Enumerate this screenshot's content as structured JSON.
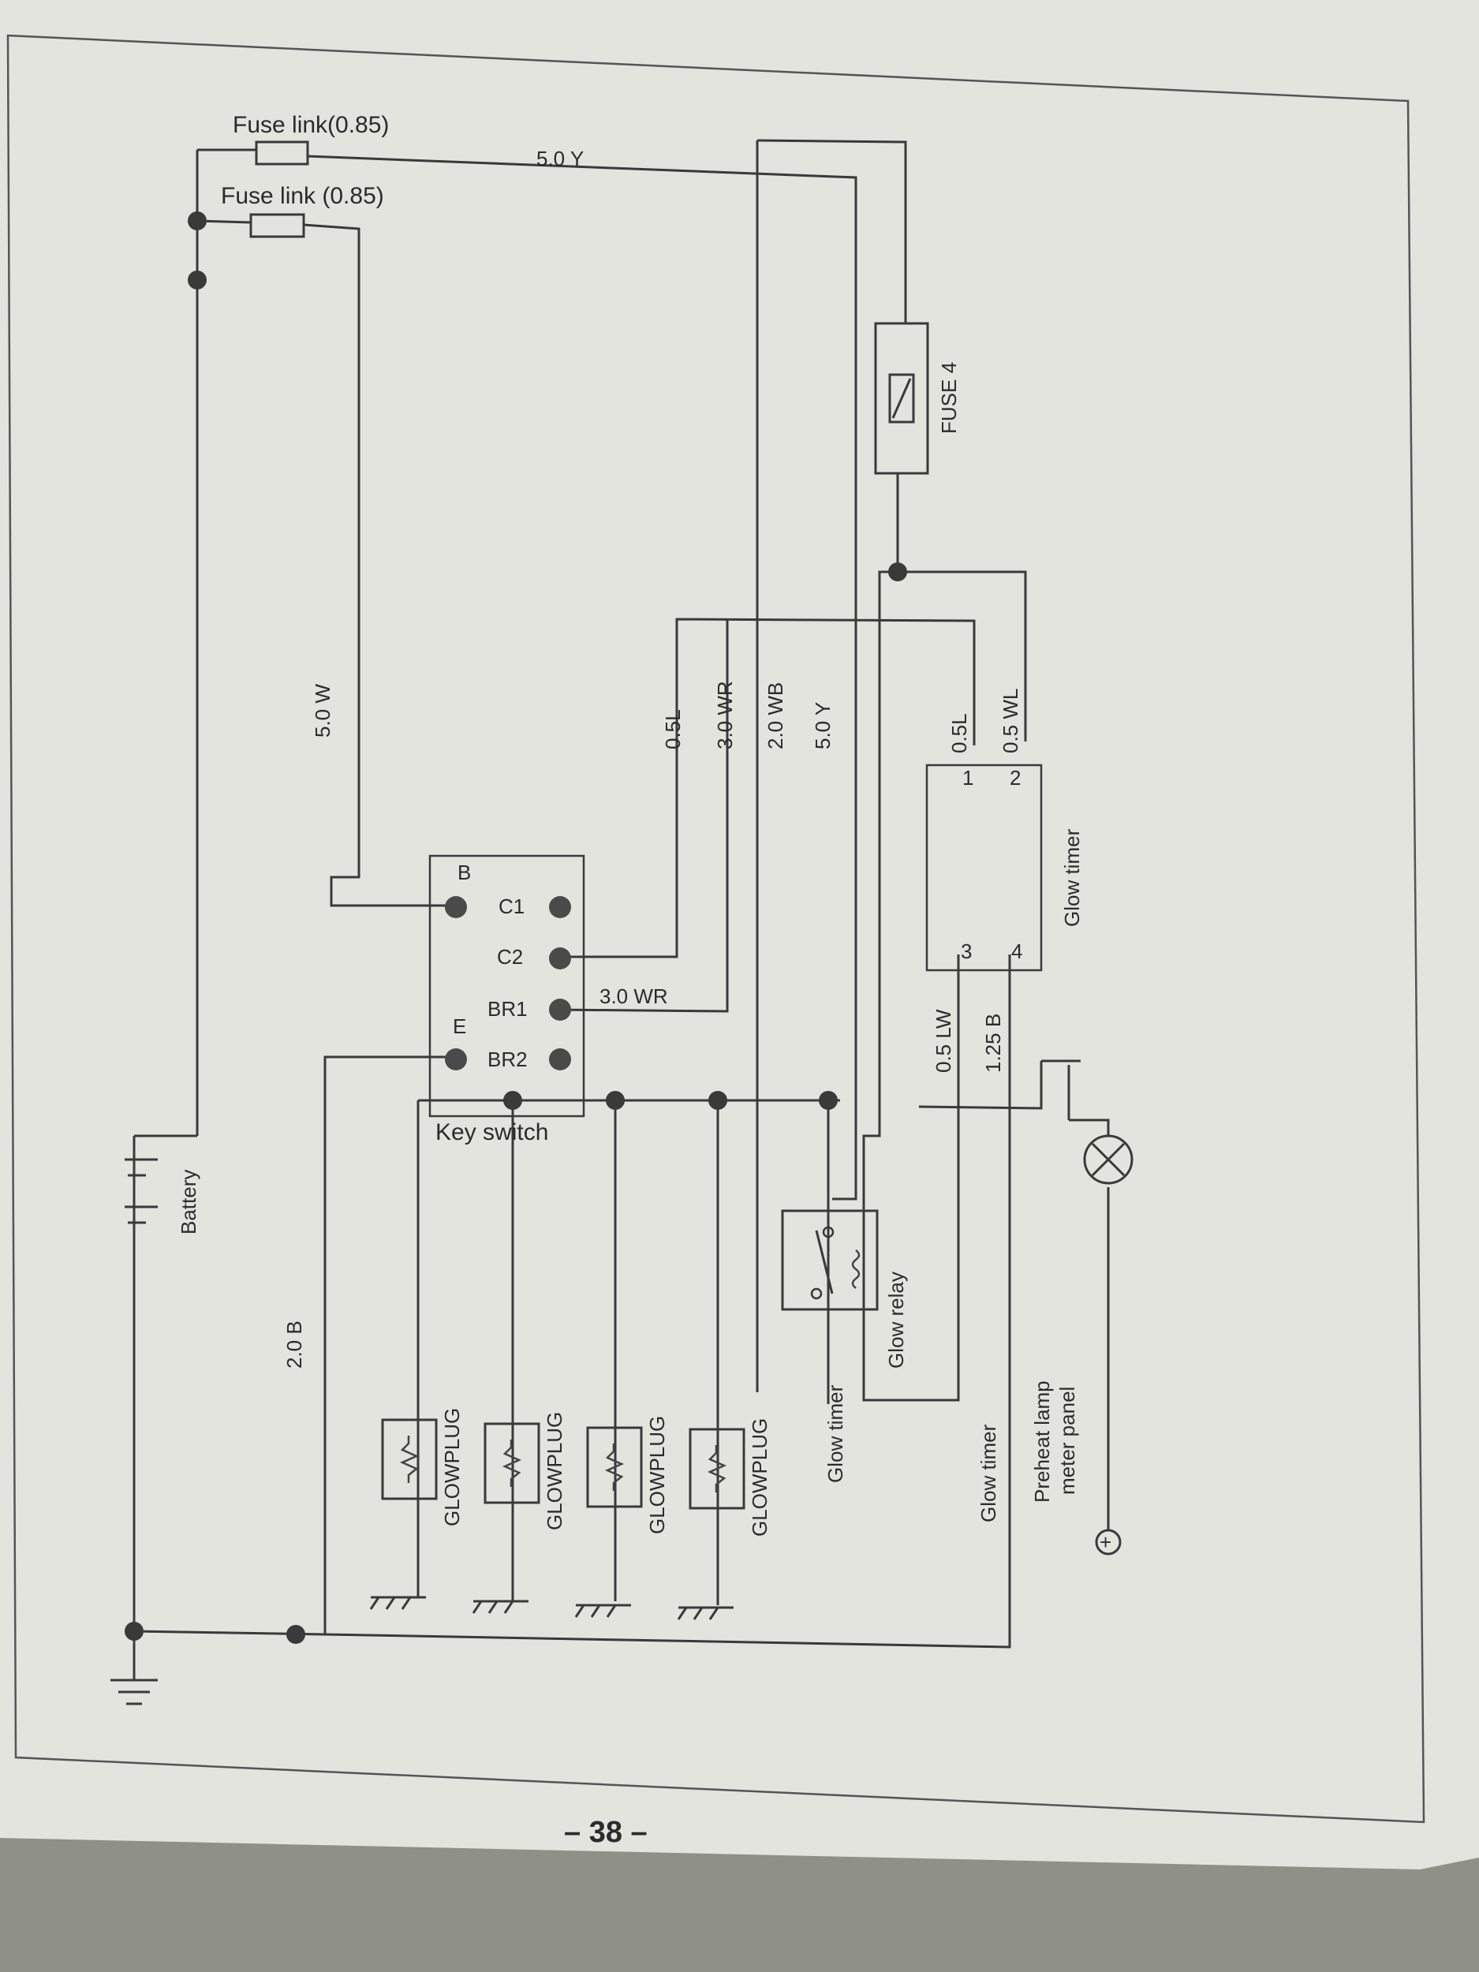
{
  "diagram": {
    "fuse_link_top": "Fuse link(0.85)",
    "fuse_link_second": "Fuse link (0.85)",
    "wire_5_0_y_top": "5.0 Y",
    "wire_5_0_w": "5.0 W",
    "fuse4": "FUSE 4",
    "key_switch": {
      "title": "Key switch",
      "b": "B",
      "c1": "C1",
      "c2": "C2",
      "br1": "BR1",
      "e": "E",
      "br2": "BR2"
    },
    "wire_3_0_wr_h": "3.0 WR",
    "vertical_wires": [
      "0.5L",
      "3.0 WR",
      "2.0 WB",
      "5.0 Y"
    ],
    "glow_timer_box": {
      "title": "Glow timer",
      "pins": [
        "1",
        "2",
        "3",
        "4"
      ],
      "wire_pin1": "0.5L",
      "wire_pin2": "0.5 WL",
      "wire_pin3": "0.5 LW",
      "wire_pin4": "1.25 B"
    },
    "battery": "Battery",
    "wire_2_0_b": "2.0 B",
    "glowplug": "GLOWPLUG",
    "glow_relay": "Glow relay",
    "glow_timer_label_1": "Glow timer",
    "glow_timer_label_2": "Glow timer",
    "preheat_lamp": "Preheat lamp",
    "meter_panel": "meter panel",
    "plus_symbol": "+",
    "page_number": "– 38 –"
  },
  "colors": {
    "paper": "#e3e4de",
    "ink": "#3a3a3a",
    "background": "#8f9088"
  }
}
